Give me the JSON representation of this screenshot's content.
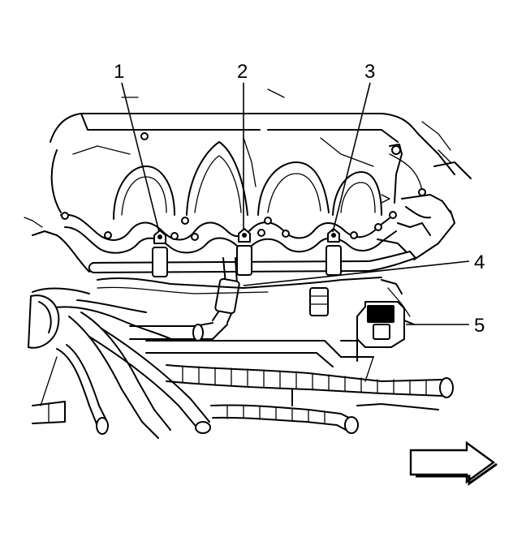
{
  "callouts": [
    {
      "id": "1",
      "label": "1"
    },
    {
      "id": "2",
      "label": "2"
    },
    {
      "id": "3",
      "label": "3"
    },
    {
      "id": "4",
      "label": "4"
    },
    {
      "id": "5",
      "label": "5"
    }
  ],
  "direction_arrow": {
    "icon": "right-arrow-icon",
    "meaning": "front-of-vehicle"
  },
  "colors": {
    "ink": "#000000",
    "paper": "#ffffff"
  }
}
